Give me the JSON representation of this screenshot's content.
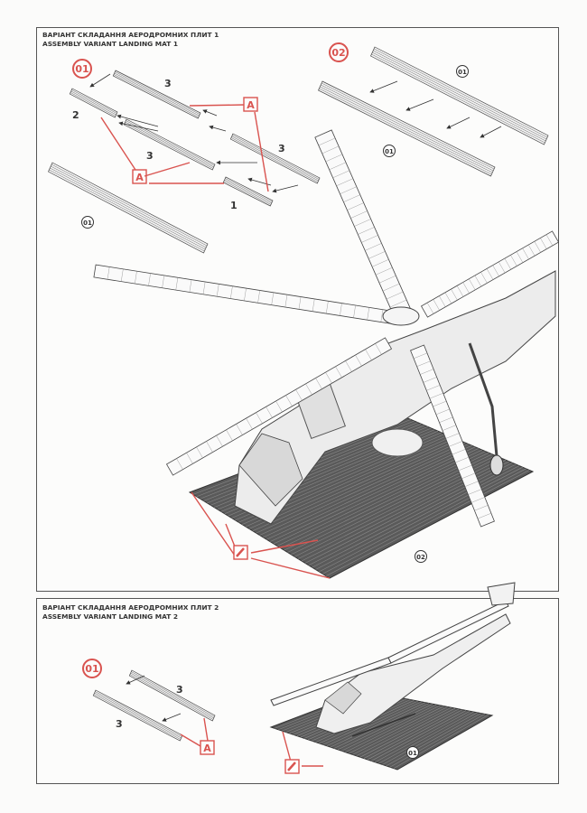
{
  "section1": {
    "title_ua": "ВАРІАНТ СКЛАДАННЯ АЕРОДРОМНИХ ПЛИТ 1",
    "title_en": "ASSEMBLY VARIANT LANDING MAT 1",
    "step_a": "01",
    "step_b": "02",
    "part_numbers": [
      "3",
      "2",
      "3",
      "3",
      "1"
    ],
    "glue_label": "A",
    "part_refs": [
      "01",
      "01",
      "01",
      "02"
    ]
  },
  "section2": {
    "title_ua": "ВАРІАНТ СКЛАДАННЯ АЕРОДРОМНИХ ПЛИТ 2",
    "title_en": "ASSEMBLY VARIANT LANDING MAT 2",
    "step": "01",
    "part_numbers": [
      "3",
      "3"
    ],
    "glue_label": "A",
    "part_ref": "01"
  },
  "colors": {
    "accent": "#d9534f",
    "mat": "#555555",
    "line": "#333333"
  }
}
